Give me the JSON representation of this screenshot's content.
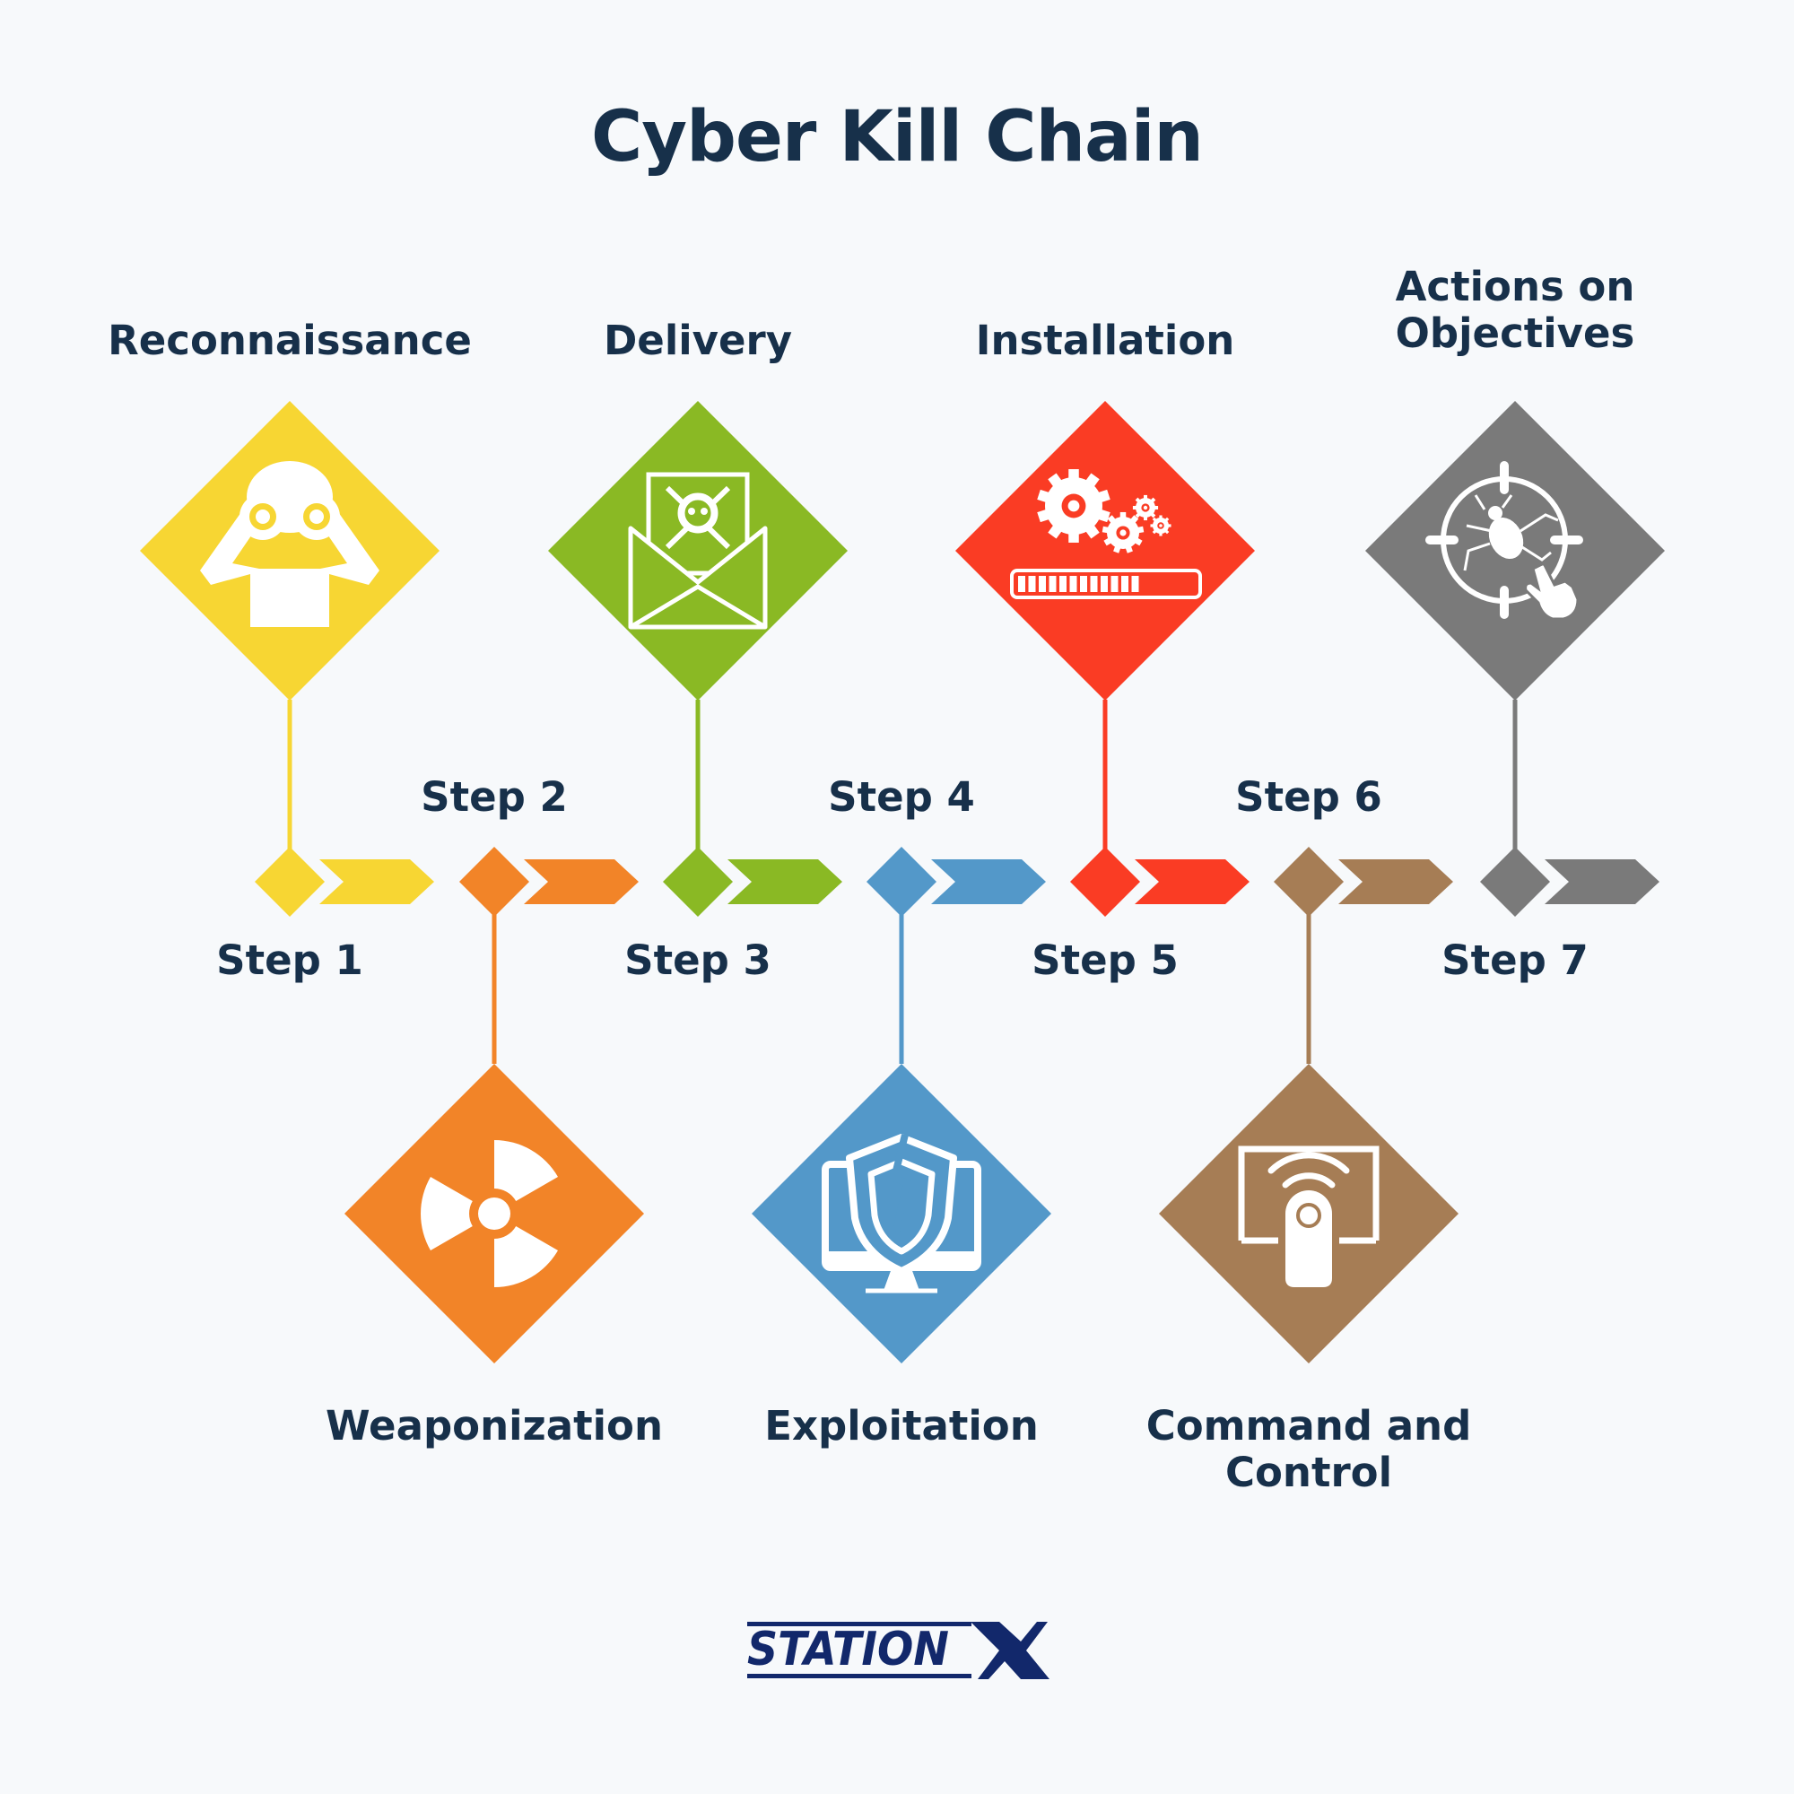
{
  "title": "Cyber Kill Chain",
  "brand": {
    "logo_text": "STATIONX",
    "color": "#12286b"
  },
  "stages": [
    {
      "step": "Step 1",
      "name": "Reconnaissance",
      "color": "#f7d633",
      "icon": "binoculars-person-icon",
      "position": "top"
    },
    {
      "step": "Step 2",
      "name": "Weaponization",
      "color": "#f28428",
      "icon": "radiation-icon",
      "position": "bottom"
    },
    {
      "step": "Step 3",
      "name": "Delivery",
      "color": "#8ab924",
      "icon": "malicious-email-icon",
      "position": "top"
    },
    {
      "step": "Step 4",
      "name": "Exploitation",
      "color": "#5398c9",
      "icon": "broken-shield-monitor-icon",
      "position": "bottom"
    },
    {
      "step": "Step 5",
      "name": "Installation",
      "color": "#fa3c24",
      "icon": "gears-progress-icon",
      "position": "top"
    },
    {
      "step": "Step 6",
      "name": "Command and Control",
      "color": "#a67d55",
      "icon": "remote-control-icon",
      "position": "bottom"
    },
    {
      "step": "Step 7",
      "name": "Actions on Objectives",
      "color": "#7a7a7a",
      "icon": "target-bug-icon",
      "position": "top"
    }
  ]
}
